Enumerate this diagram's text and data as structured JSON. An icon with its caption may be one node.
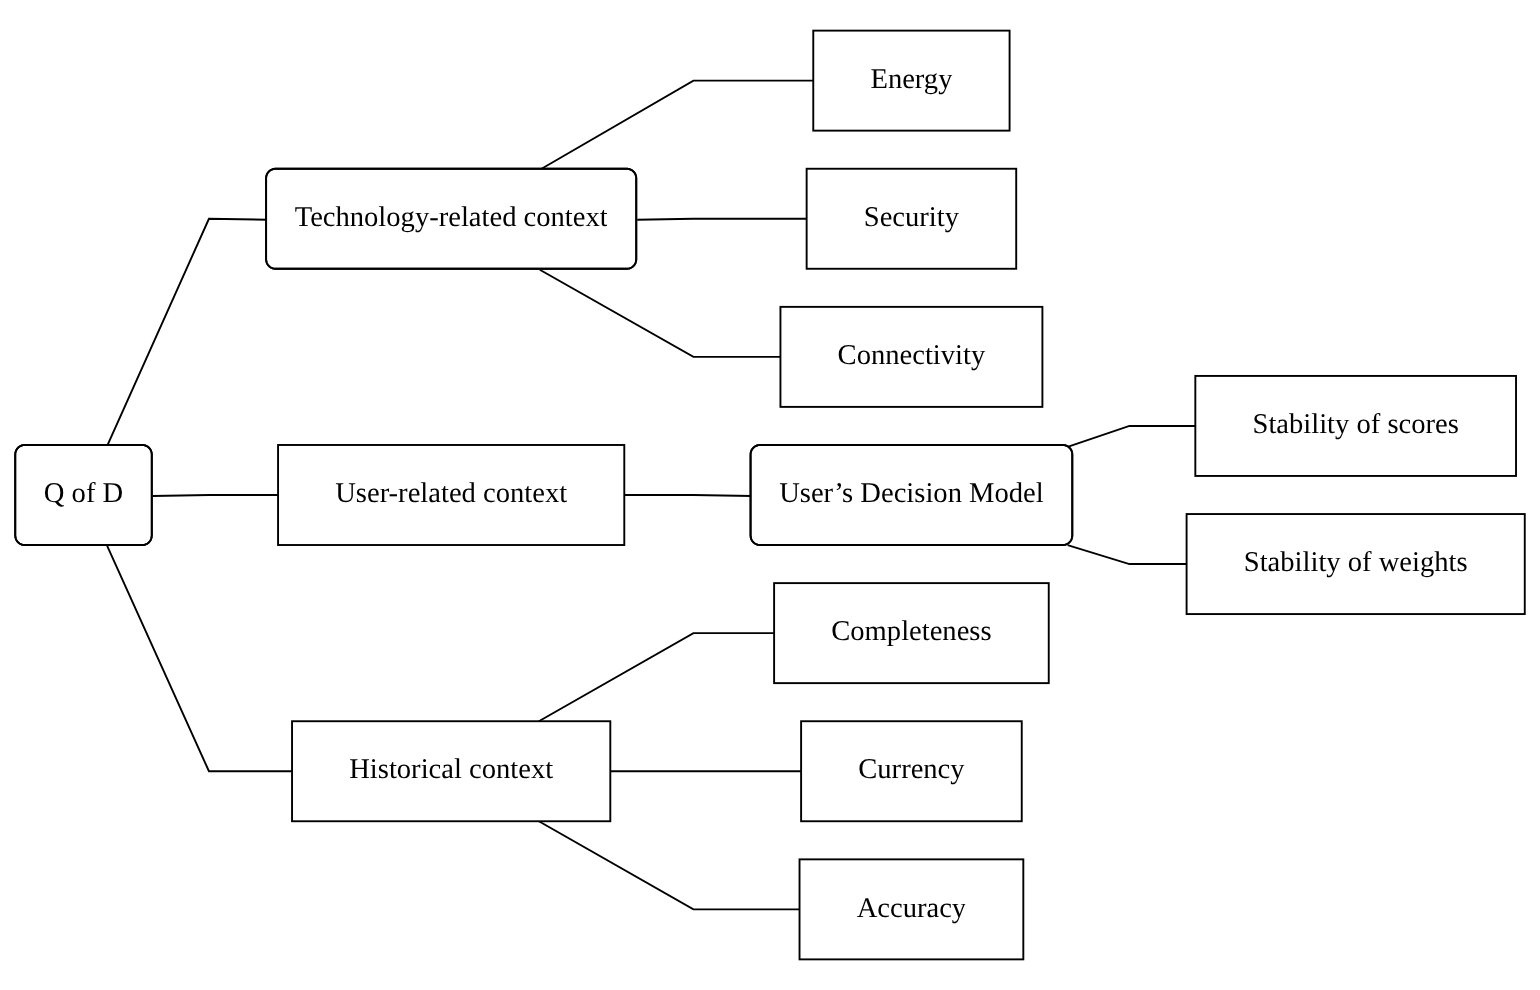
{
  "diagram": {
    "nodes": [
      {
        "text": [
          "Q of D"
        ]
      },
      {
        "text": [
          "Technology-related context"
        ]
      },
      {
        "text": [
          "Energy"
        ]
      },
      {
        "text": [
          "Security"
        ]
      },
      {
        "text": [
          "Connectivity"
        ]
      },
      {
        "text": [
          "User-related context"
        ]
      },
      {
        "text": [
          "User’s Decision Model"
        ]
      },
      {
        "text": [
          "Stability of scores"
        ]
      },
      {
        "text": [
          "Stability of weights"
        ]
      },
      {
        "text": [
          "Historical context"
        ]
      },
      {
        "text": [
          "Completeness"
        ]
      },
      {
        "text": [
          "Currency"
        ]
      },
      {
        "text": [
          "Accuracy"
        ]
      }
    ],
    "edges": [
      {
        "from": 0,
        "to": 1,
        "arrow": "none"
      },
      {
        "from": 0,
        "to": 5,
        "arrow": "none"
      },
      {
        "from": 0,
        "to": 9,
        "arrow": "none"
      },
      {
        "from": 1,
        "to": 2,
        "arrow": "none"
      },
      {
        "from": 1,
        "to": 3,
        "arrow": "none"
      },
      {
        "from": 1,
        "to": 4,
        "arrow": "none"
      },
      {
        "from": 5,
        "to": 6,
        "arrow": "none"
      },
      {
        "from": 6,
        "to": 7,
        "arrow": "none"
      },
      {
        "from": 6,
        "to": 8,
        "arrow": "none"
      },
      {
        "from": 9,
        "to": 10,
        "arrow": "none"
      },
      {
        "from": 9,
        "to": 11,
        "arrow": "none"
      },
      {
        "from": 9,
        "to": 12,
        "arrow": "none"
      }
    ]
  }
}
